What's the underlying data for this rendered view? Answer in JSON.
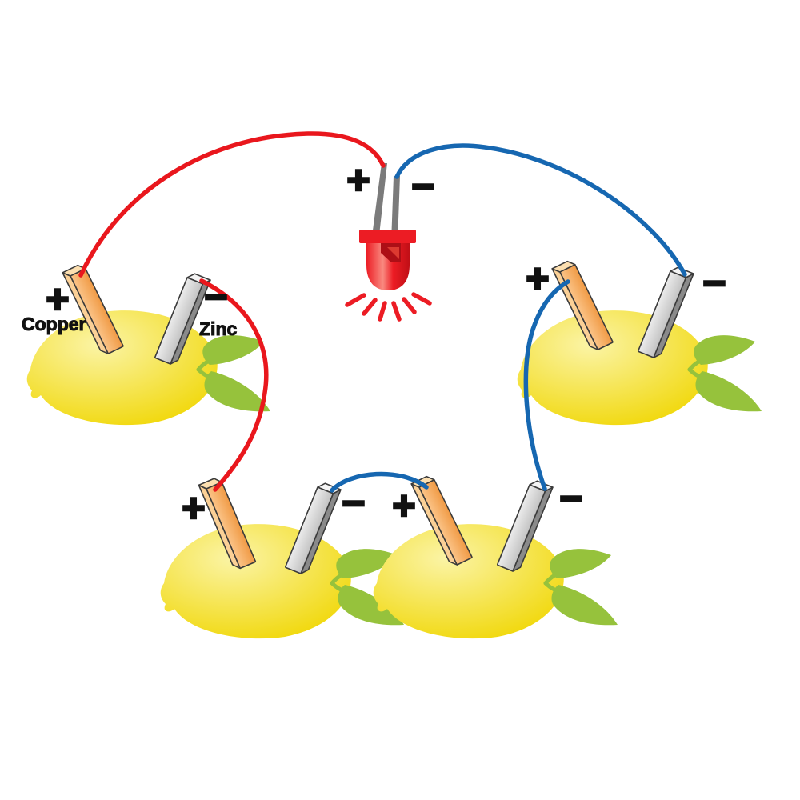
{
  "led": {
    "name": "red LED",
    "plus": "+",
    "minus": "−"
  },
  "lemons": [
    {
      "position": "top-left",
      "plus": "+",
      "minus": "−",
      "copper_label": "Copper",
      "zinc_label": "Zinc"
    },
    {
      "position": "top-right",
      "plus": "+",
      "minus": "−"
    },
    {
      "position": "bottom-left",
      "plus": "+",
      "minus": "−"
    },
    {
      "position": "bottom-right",
      "plus": "+",
      "minus": "−"
    }
  ],
  "wires": [
    {
      "from": "top-left lemon copper (+)",
      "to": "LED anode (+)",
      "color": "red"
    },
    {
      "from": "LED cathode (−)",
      "to": "top-right lemon zinc (−)",
      "color": "blue"
    },
    {
      "from": "top-left lemon zinc (−)",
      "to": "bottom-left lemon copper (+)",
      "color": "red"
    },
    {
      "from": "bottom-left lemon zinc (−)",
      "to": "bottom-right lemon copper (+)",
      "color": "blue"
    },
    {
      "from": "bottom-right lemon zinc (−)",
      "to": "top-right lemon copper (+)",
      "color": "blue"
    }
  ],
  "colors": {
    "wire_red": "#E9171D",
    "wire_blue": "#1667B1",
    "copper_front_light": "#FBC488",
    "copper_front": "#F09A44",
    "copper_side": "#FBD096",
    "copper_cap": "#FCDFB0",
    "zinc_front": "#ECECEC",
    "zinc_front_dark": "#C2C2C2",
    "zinc_side": "#8A8A8A",
    "zinc_cap": "#F4F4F4",
    "lemon_light": "#FBF4A6",
    "lemon": "#F0D600",
    "leaf": "#96C23C",
    "led_red": "#EC1C24",
    "led_dark": "#C00F16",
    "led_highlight": "#F98A80",
    "led_reflector": "#AD0F16",
    "led_reflector_facet": "#DD3A30",
    "lead_gray": "#7B7B7B",
    "label": "#111111",
    "background": "#FFFFFF"
  }
}
